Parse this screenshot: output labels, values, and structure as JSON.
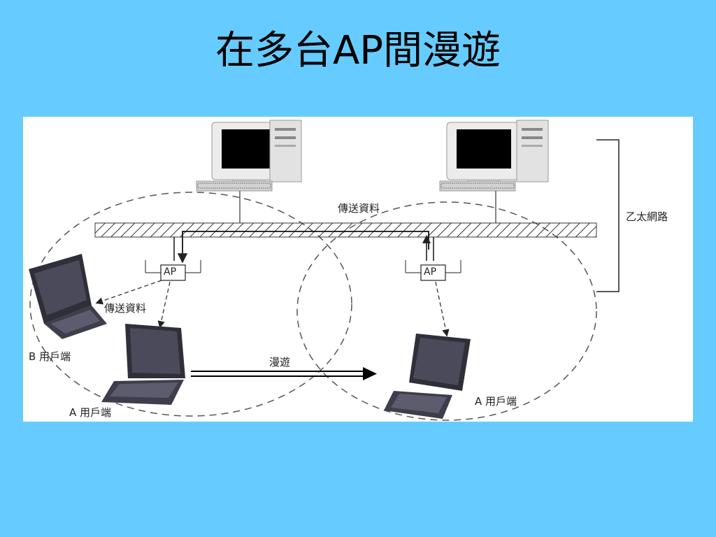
{
  "title": "在多台AP間漫遊",
  "diagram": {
    "ethernet_label": "乙太網路",
    "transfer_top_label": "傳送資料",
    "transfer_left_label": "傳送資料",
    "roaming_label": "漫遊",
    "ap_left": "AP",
    "ap_right": "AP",
    "client_b_label": "B 用戶端",
    "client_a_left_label": "A 用戶端",
    "client_a_right_label": "A 用戶端"
  },
  "colors": {
    "background": "#66ccff",
    "panel": "#ffffff",
    "monitor_screen": "#000000",
    "laptop_body": "#3b3b48"
  }
}
